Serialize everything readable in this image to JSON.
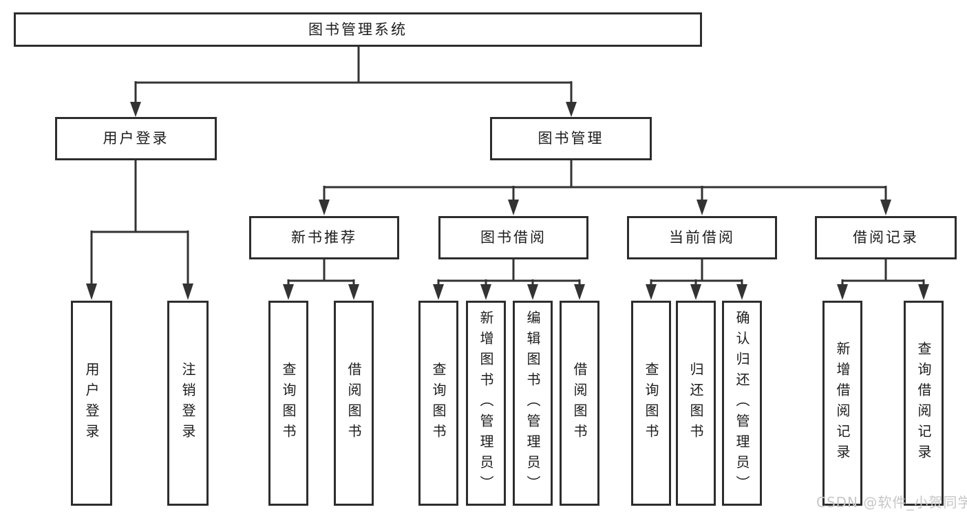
{
  "colors": {
    "line": "#333333",
    "box-border": "#2d2d2d",
    "text": "#1c1c1c",
    "bg": "#ffffff",
    "watermark": "#c6c6c6"
  },
  "tree": {
    "root": {
      "label": "图书管理系统"
    },
    "branches": [
      {
        "label": "用户登录",
        "children": [
          {
            "label": "用户登录"
          },
          {
            "label": "注销登录"
          }
        ]
      },
      {
        "label": "图书管理",
        "children": [
          {
            "label": "新书推荐",
            "children": [
              {
                "label": "查询图书"
              },
              {
                "label": "借阅图书"
              }
            ]
          },
          {
            "label": "图书借阅",
            "children": [
              {
                "label": "查询图书"
              },
              {
                "label": "新增图书（管理员）"
              },
              {
                "label": "编辑图书（管理员）"
              },
              {
                "label": "借阅图书"
              }
            ]
          },
          {
            "label": "当前借阅",
            "children": [
              {
                "label": "查询图书"
              },
              {
                "label": "归还图书"
              },
              {
                "label": "确认归还（管理员）"
              }
            ]
          },
          {
            "label": "借阅记录",
            "children": [
              {
                "label": "新增借阅记录"
              },
              {
                "label": "查询借阅记录"
              }
            ]
          }
        ]
      }
    ]
  },
  "watermark": "CSDN @软件_小贺同学"
}
